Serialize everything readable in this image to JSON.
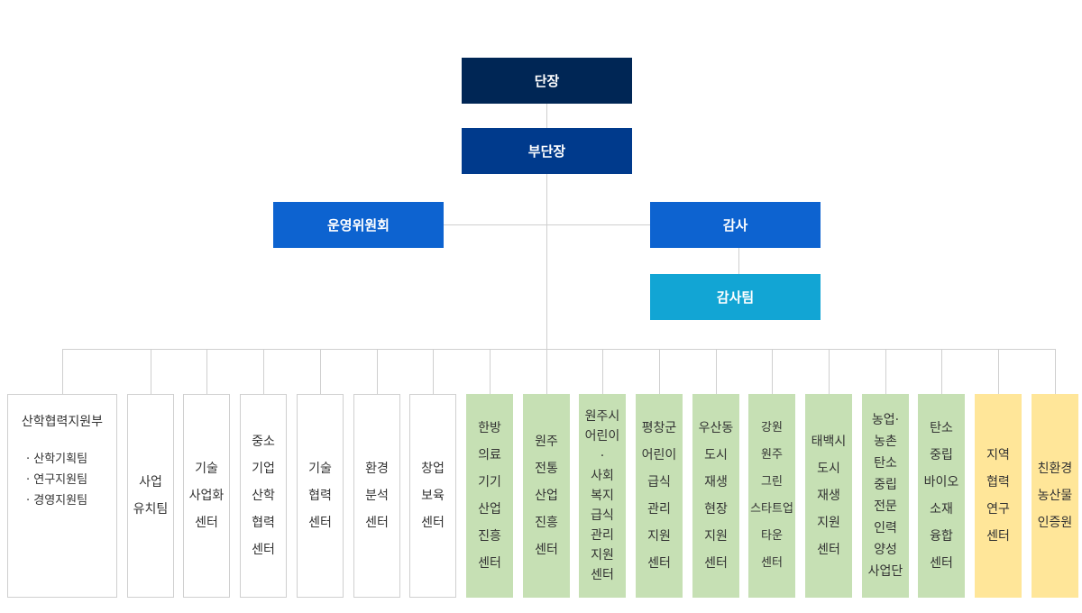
{
  "colors": {
    "director": "#002655",
    "vice_director": "#003a8c",
    "committee": "#0d63d0",
    "audit": "#0d63d0",
    "audit_team": "#12a5d4",
    "line": "#cfcfcf",
    "green_unit": "#c6e0b4",
    "yellow_unit": "#ffe699"
  },
  "top": {
    "director": "단장",
    "vice_director": "부단장",
    "committee": "운영위원회",
    "audit": "감사",
    "audit_team": "감사팀"
  },
  "department": {
    "title": "산학협력지원부",
    "teams": [
      "산학기획팀",
      "연구지원팀",
      "경영지원팀"
    ]
  },
  "units": [
    {
      "label": "사업\n유치팀",
      "style": "white"
    },
    {
      "label": "기술\n사업화\n센터",
      "style": "white"
    },
    {
      "label": "중소\n기업\n산학\n협력\n센터",
      "style": "white"
    },
    {
      "label": "기술\n협력\n센터",
      "style": "white"
    },
    {
      "label": "환경\n분석\n센터",
      "style": "white"
    },
    {
      "label": "창업\n보육\n센터",
      "style": "white"
    },
    {
      "label": "한방\n의료\n기기\n산업\n진흥\n센터",
      "style": "green"
    },
    {
      "label": "원주\n전통\n산업\n진흥\n센터",
      "style": "green"
    },
    {
      "label": "원주시\n어린이\n·\n사회\n복지\n급식\n관리\n지원\n센터",
      "style": "green"
    },
    {
      "label": "평창군\n어린이\n급식\n관리\n지원\n센터",
      "style": "green"
    },
    {
      "label": "우산동\n도시\n재생\n현장\n지원\n센터",
      "style": "green"
    },
    {
      "label": "강원\n원주\n그린\n스타트업\n타운\n센터",
      "style": "green"
    },
    {
      "label": "태백시\n도시\n재생\n지원\n센터",
      "style": "green"
    },
    {
      "label": "농업·\n농촌\n탄소\n중립\n전문\n인력\n양성\n사업단",
      "style": "green"
    },
    {
      "label": "탄소\n중립\n바이오\n소재\n융합\n센터",
      "style": "green"
    },
    {
      "label": "지역\n협력\n연구\n센터",
      "style": "yellow"
    },
    {
      "label": "친환경\n농산물\n인증원",
      "style": "yellow"
    }
  ]
}
